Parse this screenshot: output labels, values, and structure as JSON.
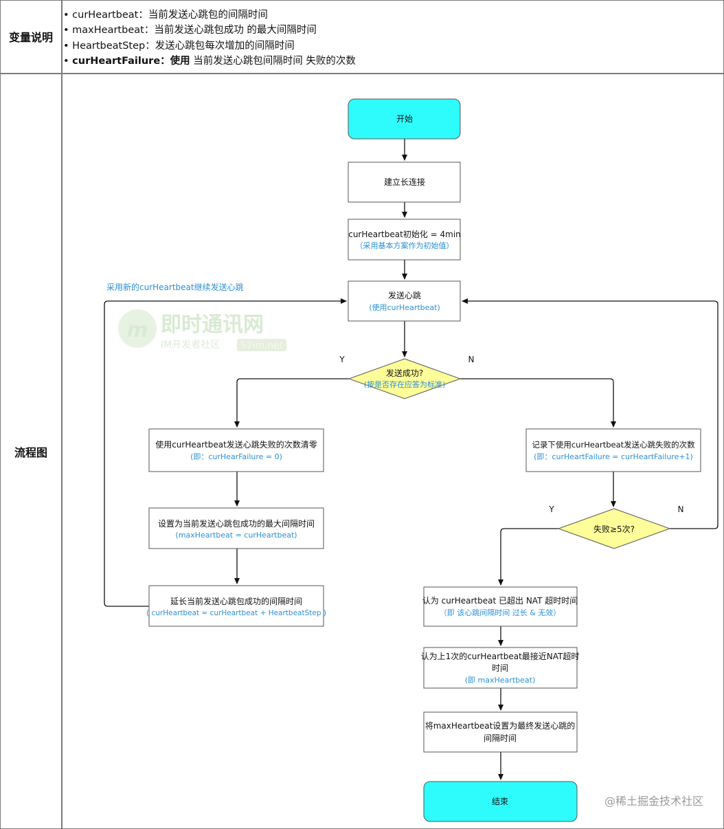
{
  "left_labels": {
    "variables": "变量说明",
    "flowchart": "流程图"
  },
  "variables": [
    {
      "bullet": "•",
      "name": "curHeartbeat",
      "desc": "：当前发送心跳包的间隔时间",
      "bold_prefix": ""
    },
    {
      "bullet": "•",
      "name": "maxHeartbeat",
      "desc": "：当前发送心跳包成功 的最大间隔时间",
      "bold_prefix": ""
    },
    {
      "bullet": "•",
      "name": "HeartbeatStep",
      "desc": "：发送心跳包每次增加的间隔时间",
      "bold_prefix": ""
    },
    {
      "bullet": "•",
      "name": "curHeartFailure：使用",
      "desc": " 当前发送心跳包间隔时间 失败的次数",
      "bold_prefix": ""
    }
  ],
  "nodes": {
    "start": {
      "label": "开始"
    },
    "connect": {
      "label": "建立长连接"
    },
    "init": {
      "label": "curHeartbeat初始化 = 4min",
      "sub": "（采用基本方案作为初始值）"
    },
    "send": {
      "label": "发送心跳",
      "sub": "(使用curHeartbeat)"
    },
    "decision1": {
      "label": "发送成功?",
      "sub": "(按是否存在应答为标准)"
    },
    "reset": {
      "label": "使用curHeartbeat发送心跳失败的次数清零",
      "sub": "(即：curHearFailure = 0)"
    },
    "setmax": {
      "label": "设置为当前发送心跳包成功的最大间隔时间",
      "sub": "(maxHeartbeat = curHeartbeat)"
    },
    "extend": {
      "label": "延长当前发送心跳包成功的间隔时间",
      "sub": "( curHeartbeat = curHeartbeat + HeartbeatStep )"
    },
    "record": {
      "label": "记录下使用curHeartbeat发送心跳失败的次数",
      "sub": "(即：curHeartFailure = curHeartFailure+1)"
    },
    "decision2": {
      "label": "失败≥5次?"
    },
    "exceed": {
      "label": "认为 curHeartbeat 已超出 NAT 超时时间",
      "sub": "（即 该心跳间隔时间 过长 & 无效）"
    },
    "nearest": {
      "label_line1": "认为上1次的curHeartbeat最接近NAT超时",
      "label_line2": "时间",
      "sub": "(即 maxHeartbeat)"
    },
    "final": {
      "label_line1": "将maxHeartbeat设置为最终发送心跳的",
      "label_line2": "间隔时间"
    },
    "end": {
      "label": "结束"
    }
  },
  "edge_labels": {
    "d1_yes": "Y",
    "d1_no": "N",
    "d2_yes": "Y",
    "d2_no": "N",
    "loop": "采用新的curHeartbeat继续发送心跳"
  },
  "watermark": {
    "main": "即时通讯网",
    "sub": "IM开发者社区",
    "site": "52im.net"
  },
  "credit": "@稀土掘金技术社区",
  "colors": {
    "terminal_fill": "#2efcfc",
    "decision_fill": "#fdfd99",
    "accent_text": "#2b8fd6"
  }
}
